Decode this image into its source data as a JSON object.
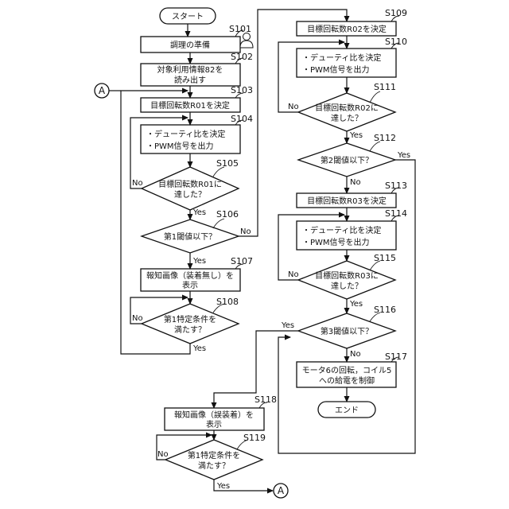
{
  "nodes": {
    "start": "スタート",
    "s101": "調理の準備",
    "s102": [
      "対象利用情報82を",
      "読み出す"
    ],
    "s103": "目標回転数R01を決定",
    "s104": [
      "・デューティ比を決定",
      "・PWM信号を出力"
    ],
    "s105": [
      "目標回転数R01に",
      "達した？"
    ],
    "s106": "第1閾値以下？",
    "s107": [
      "報知画像（装着無し）を",
      "表示"
    ],
    "s108": [
      "第1特定条件を",
      "満たす？"
    ],
    "s109": "目標回転数R02を決定",
    "s110": [
      "・デューティ比を決定",
      "・PWM信号を出力"
    ],
    "s111": [
      "目標回転数R02に",
      "達した？"
    ],
    "s112": "第2閾値以下？",
    "s113": "目標回転数R03を決定",
    "s114": [
      "・デューティ比を決定",
      "・PWM信号を出力"
    ],
    "s115": [
      "目標回転数R03に",
      "達した？"
    ],
    "s116": "第3閾値以下？",
    "s117": [
      "モータ6の回転，コイル5",
      "への給電を制御"
    ],
    "end": "エンド",
    "s118": [
      "報知画像（誤装着）を",
      "表示"
    ],
    "s119": [
      "第1特定条件を",
      "満たす？"
    ]
  },
  "steps": {
    "s101": "S101",
    "s102": "S102",
    "s103": "S103",
    "s104": "S104",
    "s105": "S105",
    "s106": "S106",
    "s107": "S107",
    "s108": "S108",
    "s109": "S109",
    "s110": "S110",
    "s111": "S111",
    "s112": "S112",
    "s113": "S113",
    "s114": "S114",
    "s115": "S115",
    "s116": "S116",
    "s117": "S117",
    "s118": "S118",
    "s119": "S119"
  },
  "labels": {
    "yes": "Yes",
    "no": "No",
    "connector": "A"
  },
  "icons": {
    "user": "person-icon"
  }
}
